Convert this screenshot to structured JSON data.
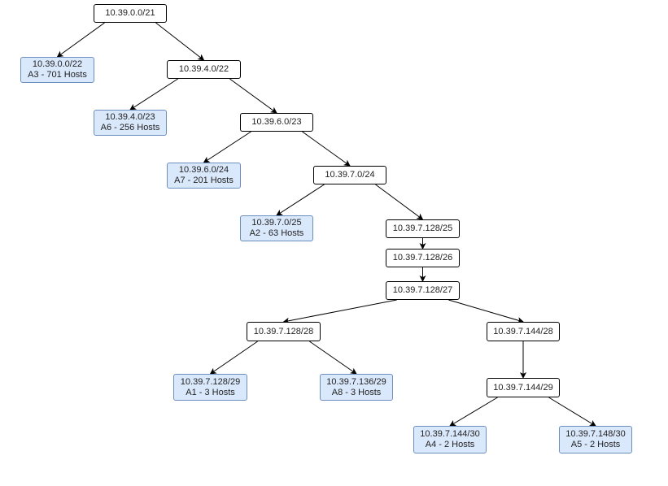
{
  "nodes": {
    "n1": {
      "line1": "10.39.0.0/21"
    },
    "n2": {
      "line1": "10.39.0.0/22",
      "line2": "A3 - 701 Hosts"
    },
    "n3": {
      "line1": "10.39.4.0/22"
    },
    "n4": {
      "line1": "10.39.4.0/23",
      "line2": "A6 - 256 Hosts"
    },
    "n5": {
      "line1": "10.39.6.0/23"
    },
    "n6": {
      "line1": "10.39.6.0/24",
      "line2": "A7 - 201 Hosts"
    },
    "n7": {
      "line1": "10.39.7.0/24"
    },
    "n8": {
      "line1": "10.39.7.0/25",
      "line2": "A2 - 63 Hosts"
    },
    "n9": {
      "line1": "10.39.7.128/25"
    },
    "n10": {
      "line1": "10.39.7.128/26"
    },
    "n11": {
      "line1": "10.39.7.128/27"
    },
    "n12": {
      "line1": "10.39.7.128/28"
    },
    "n13": {
      "line1": "10.39.7.144/28"
    },
    "n14": {
      "line1": "10.39.7.128/29",
      "line2": "A1 - 3 Hosts"
    },
    "n15": {
      "line1": "10.39.7.136/29",
      "line2": "A8 - 3 Hosts"
    },
    "n16": {
      "line1": "10.39.7.144/29"
    },
    "n17": {
      "line1": "10.39.7.144/30",
      "line2": "A4 - 2 Hosts"
    },
    "n18": {
      "line1": "10.39.7.148/30",
      "line2": "A5 - 2 Hosts"
    }
  },
  "edges": [
    [
      "n1",
      "n2"
    ],
    [
      "n1",
      "n3"
    ],
    [
      "n3",
      "n4"
    ],
    [
      "n3",
      "n5"
    ],
    [
      "n5",
      "n6"
    ],
    [
      "n5",
      "n7"
    ],
    [
      "n7",
      "n8"
    ],
    [
      "n7",
      "n9"
    ],
    [
      "n9",
      "n10"
    ],
    [
      "n10",
      "n11"
    ],
    [
      "n11",
      "n12"
    ],
    [
      "n11",
      "n13"
    ],
    [
      "n12",
      "n14"
    ],
    [
      "n12",
      "n15"
    ],
    [
      "n13",
      "n16"
    ],
    [
      "n16",
      "n17"
    ],
    [
      "n16",
      "n18"
    ]
  ],
  "colors": {
    "leaf_fill": "#dae8fc",
    "leaf_stroke": "#6c8ebf",
    "node_fill": "#ffffff",
    "node_stroke": "#000000",
    "edge": "#000000"
  }
}
